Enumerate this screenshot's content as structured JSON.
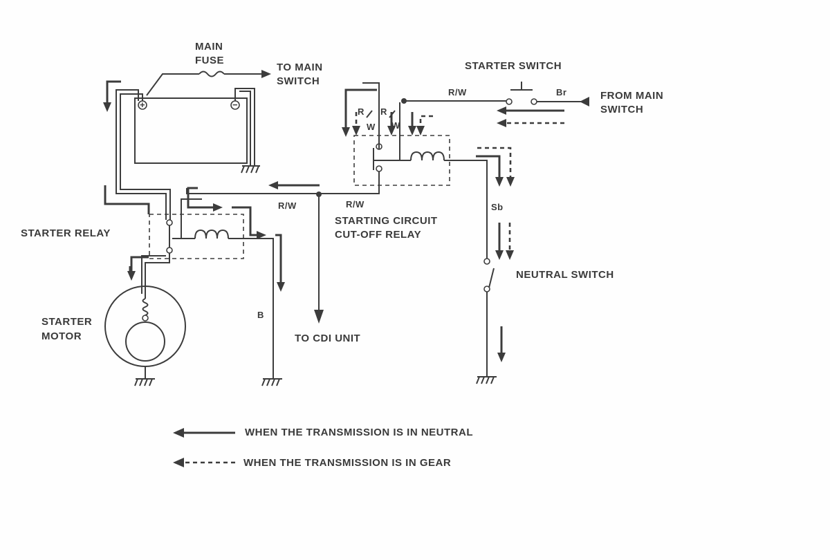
{
  "labels": {
    "main_fuse_1": "MAIN",
    "main_fuse_2": "FUSE",
    "to_main_switch_1": "TO MAIN",
    "to_main_switch_2": "SWITCH",
    "starter_switch": "STARTER SWITCH",
    "from_main_switch_1": "FROM MAIN",
    "from_main_switch_2": "SWITCH",
    "starter_relay": "STARTER RELAY",
    "starting_cutoff_1": "STARTING CIRCUIT",
    "starting_cutoff_2": "CUT-OFF RELAY",
    "neutral_switch": "NEUTRAL SWITCH",
    "starter_motor_1": "STARTER",
    "starter_motor_2": "MOTOR",
    "to_cdi": "TO CDI UNIT"
  },
  "wires": {
    "rw_top": "R/W",
    "br": "Br",
    "rw_mid_left": "R/W",
    "rw_mid_right": "R/W",
    "sb": "Sb",
    "b": "B",
    "rw_vert1_r": "R",
    "rw_vert1_w": "W",
    "rw_vert2_r": "R",
    "rw_vert2_w": "W"
  },
  "legend": {
    "neutral": "WHEN THE TRANSMISSION IS IN NEUTRAL",
    "in_gear": "WHEN THE TRANSMISSION IS IN GEAR"
  },
  "symbols": {
    "battery_plus": "+",
    "battery_minus": "−"
  }
}
